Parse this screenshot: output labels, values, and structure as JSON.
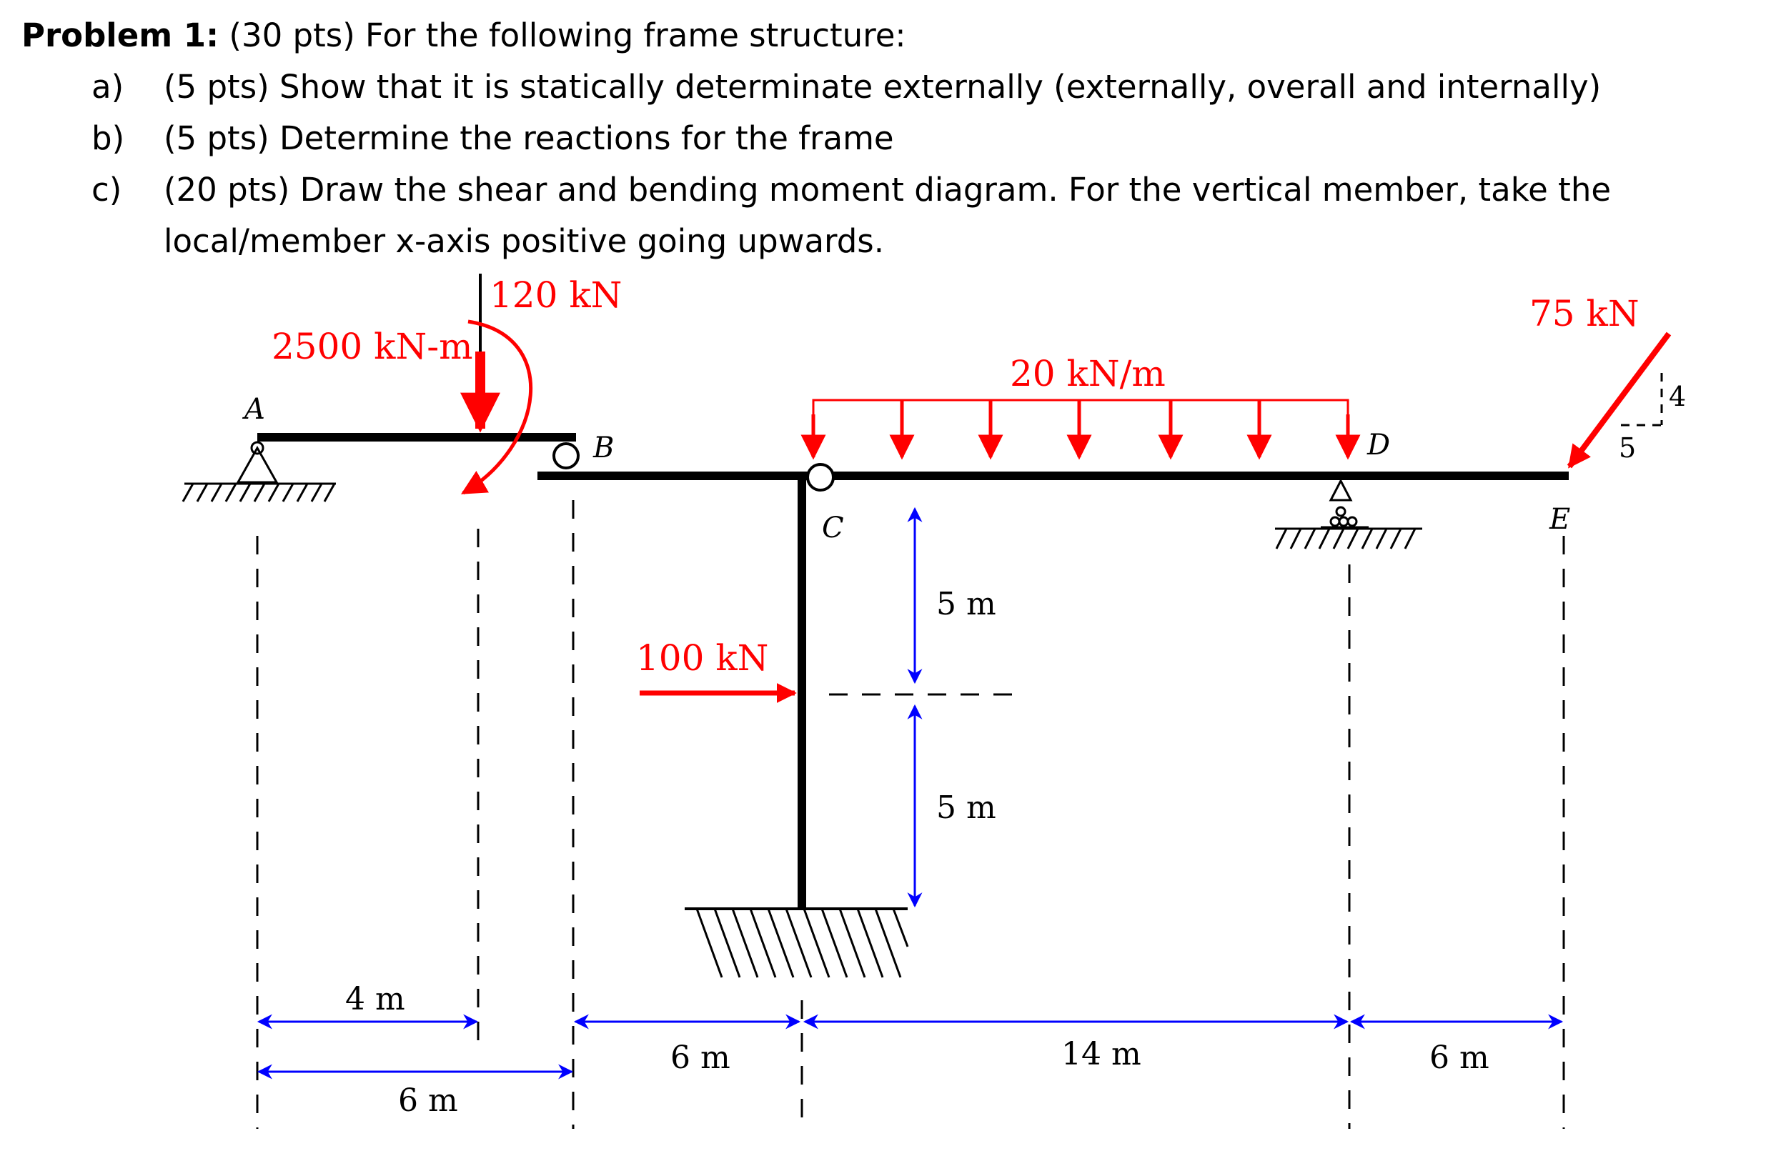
{
  "problem": {
    "title": "Problem 1:",
    "subtitle": "(30 pts) For the following frame structure:",
    "parts": [
      {
        "marker": "a)",
        "text": "(5 pts) Show that it is statically determinate externally (externally, overall and internally)"
      },
      {
        "marker": "b)",
        "text": "(5 pts) Determine the reactions for the frame"
      },
      {
        "marker": "c)",
        "text": "(20 pts) Draw the shear and bending moment diagram. For the vertical member, take the local/member x-axis positive going upwards."
      }
    ]
  },
  "diagram": {
    "colors": {
      "member": "#000000",
      "load": "#ff0000",
      "dimension": "#0000ff"
    },
    "points": {
      "a": "A",
      "b": "B",
      "c": "C",
      "d": "D",
      "e": "E"
    },
    "loads": {
      "point_load": "120 kN",
      "moment": "2500 kN-m",
      "distributed": "20 kN/m",
      "inclined": "75 kN",
      "horizontal": "100 kN"
    },
    "slope": {
      "rise": "4",
      "run": "5"
    },
    "dimensions": {
      "d1": "4 m",
      "d2": "6 m",
      "d3": "6 m",
      "d4": "14 m",
      "d5": "6 m",
      "d6": "5 m",
      "d7": "5 m"
    }
  }
}
